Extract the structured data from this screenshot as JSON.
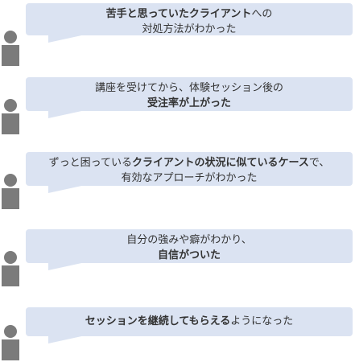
{
  "items": [
    {
      "line1": {
        "bold": "苦手と思っていたクライアント",
        "rest": "への"
      },
      "line2": "対処方法がわかった"
    },
    {
      "line1": "講座を受けてから、体験セッション後の",
      "line2_bold": "受注率が上がった"
    },
    {
      "line1": {
        "pre": "ずっと困っている",
        "bold1": "クライアントの状況に似ているケース",
        "post": "で、"
      },
      "line2": "有効なアプローチがわかった"
    },
    {
      "line1": "自分の強みや癖がわかり、",
      "line2_bold": "自信がついた"
    },
    {
      "line1": {
        "bold": "セッションを継続してもらえる",
        "rest": "ようになった"
      }
    }
  ]
}
